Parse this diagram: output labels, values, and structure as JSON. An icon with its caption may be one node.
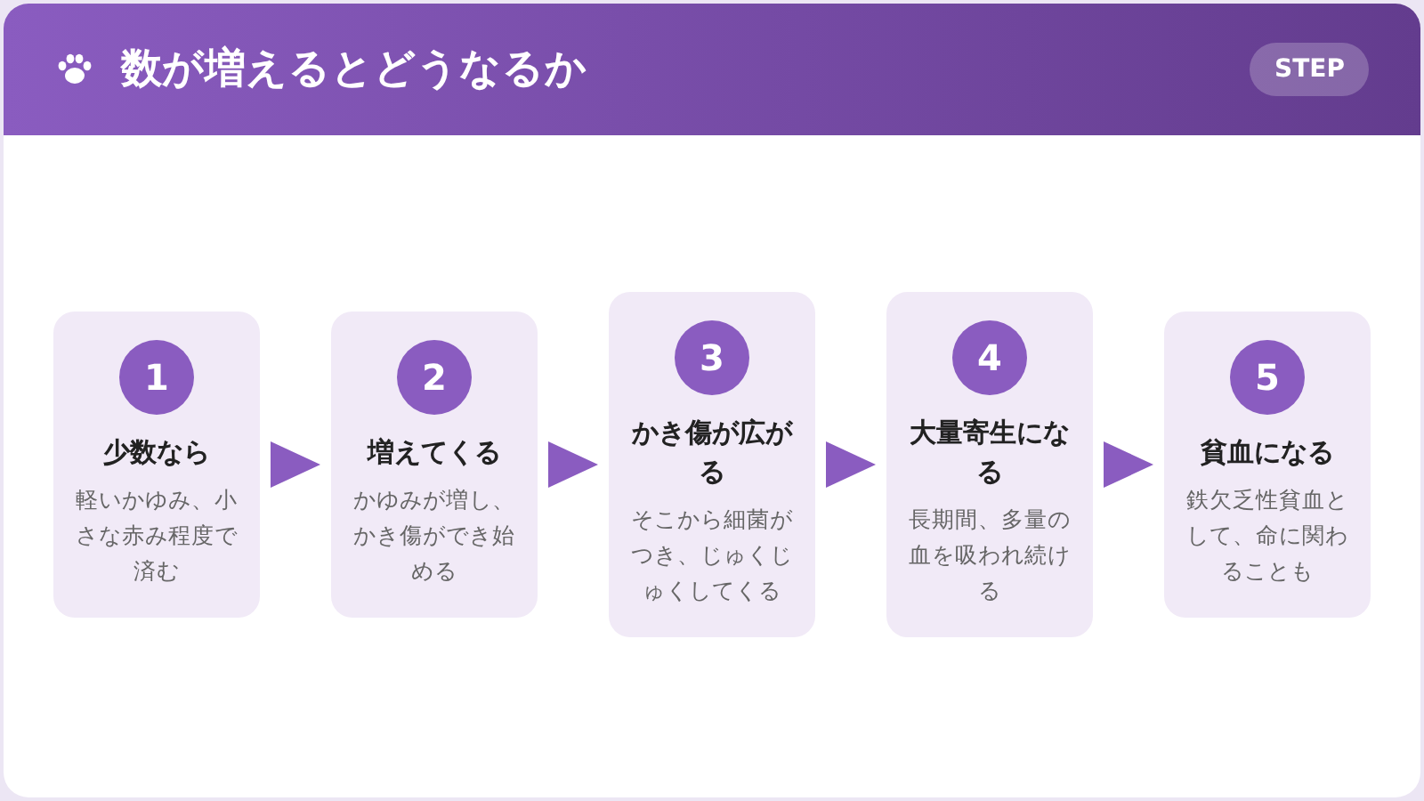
{
  "diagram": {
    "title": "数が増えるとどうなるか",
    "nodes": [
      {
        "text": [
          "1",
          "少数なら",
          "軽いかゆみ、小さな赤み程度で済む"
        ]
      },
      {
        "text": [
          "2",
          "増えてくる",
          "かゆみが増し、かき傷ができ始める"
        ]
      },
      {
        "text": [
          "3",
          "かき傷が広がる",
          "そこから細菌がつき、じゅくじゅくしてくる"
        ]
      },
      {
        "text": [
          "4",
          "大量寄生になる",
          "長期間、多量の血を吸われ続ける"
        ]
      },
      {
        "text": [
          "5",
          "貧血になる",
          "鉄欠乏性貧血として、命に関わることも"
        ]
      }
    ],
    "edges": [
      {
        "from": 0,
        "to": 1,
        "arrow": "to"
      },
      {
        "from": 1,
        "to": 2,
        "arrow": "to"
      },
      {
        "from": 2,
        "to": 3,
        "arrow": "to"
      },
      {
        "from": 3,
        "to": 4,
        "arrow": "to"
      }
    ],
    "labels": [
      "STEP"
    ]
  }
}
